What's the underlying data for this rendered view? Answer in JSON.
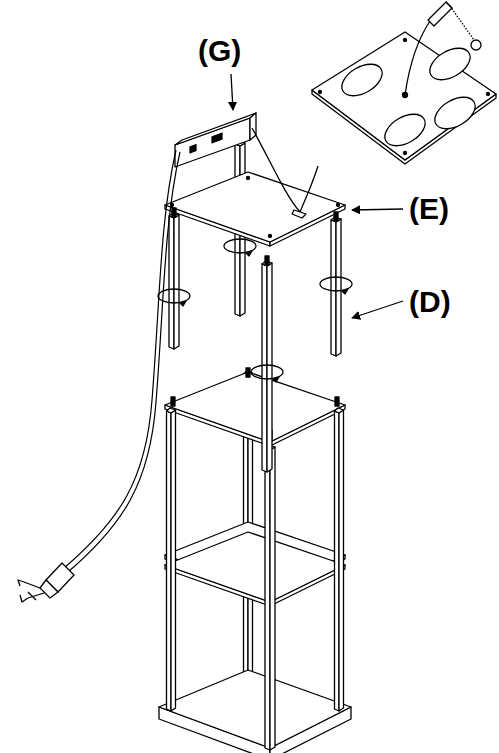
{
  "diagram": {
    "labels": [
      "(G)",
      "(E)",
      "(D)"
    ]
  }
}
